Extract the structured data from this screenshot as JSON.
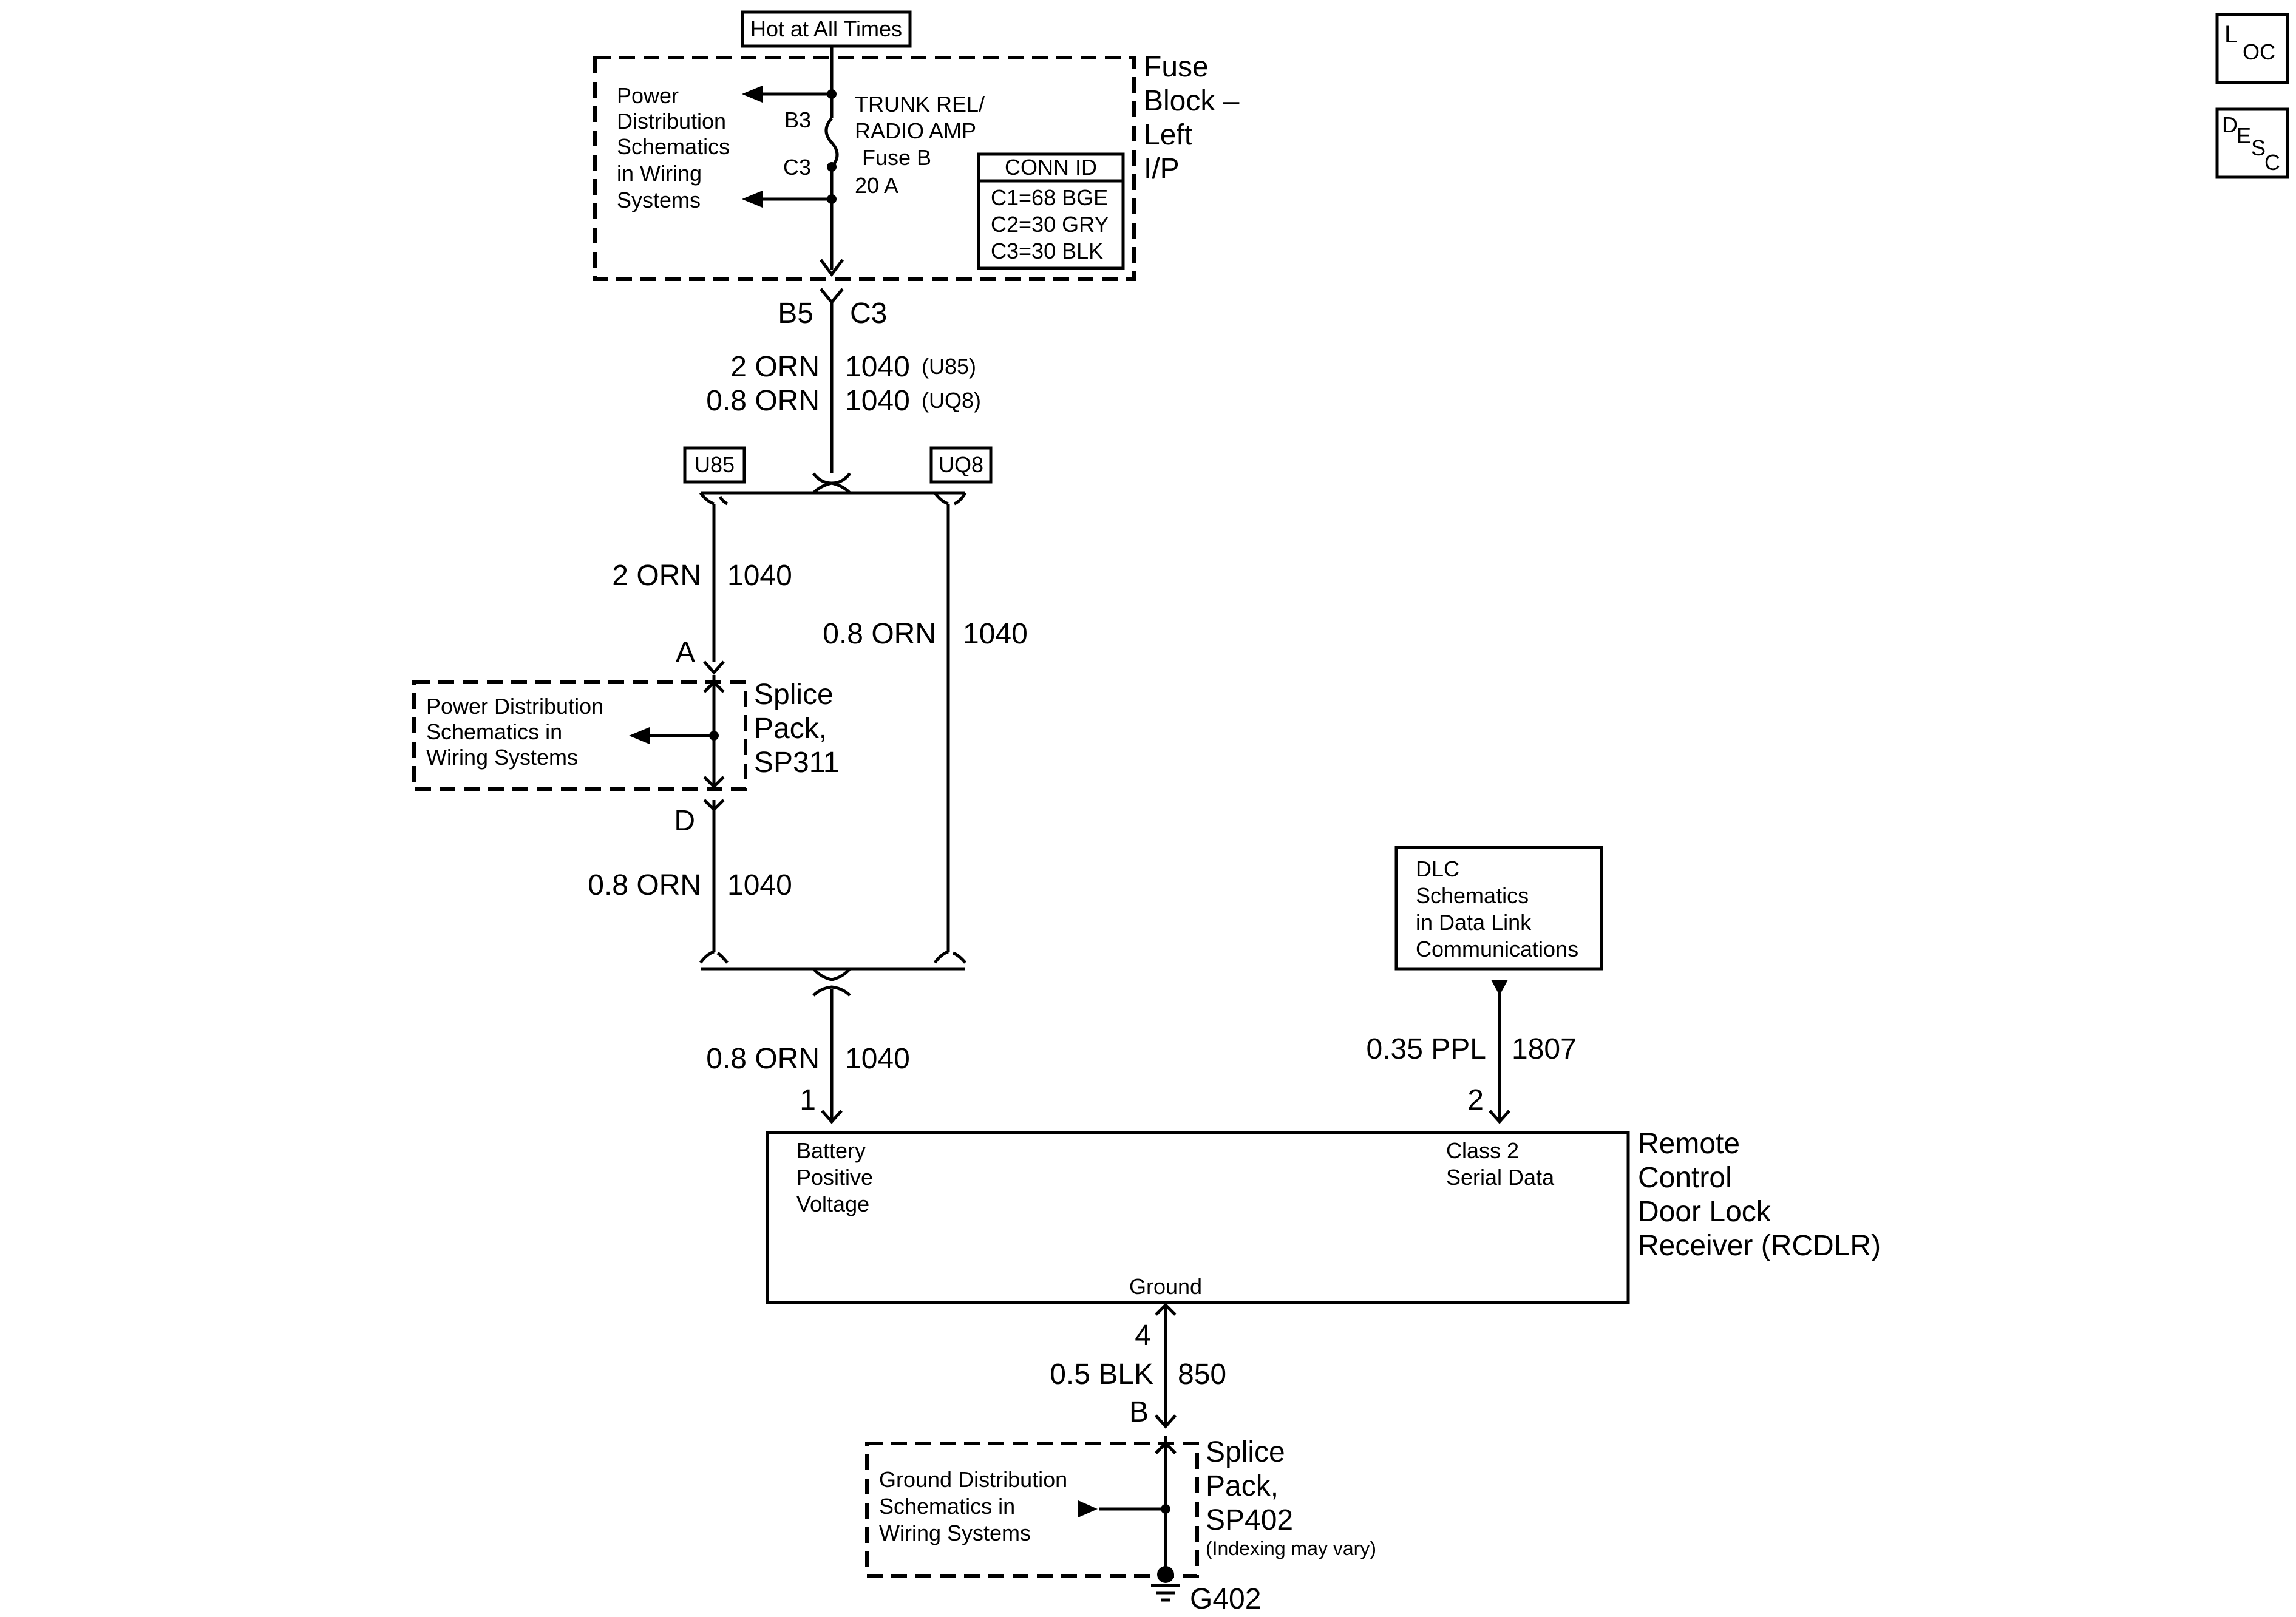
{
  "hot_label": "Hot at All Times",
  "fuse_block": {
    "title": [
      "Fuse",
      "Block –",
      "Left",
      "I/P"
    ],
    "power_dist_note": [
      "Power",
      "Distribution",
      "Schematics",
      "in Wiring",
      "Systems"
    ],
    "pin_b3": "B3",
    "pin_c3": "C3",
    "fuse_name": [
      "TRUNK REL/",
      "RADIO AMP"
    ],
    "fuse_id": "Fuse B",
    "fuse_rating": "20 A",
    "conn_id_header": "CONN ID",
    "conn_ids": [
      "C1=68 BGE",
      "C2=30 GRY",
      "C3=30 BLK"
    ]
  },
  "connector_b5": "B5",
  "connector_c3": "C3",
  "wire_top_1": {
    "gauge": "2 ORN",
    "circuit": "1040",
    "option": "(U85)"
  },
  "wire_top_2": {
    "gauge": "0.8 ORN",
    "circuit": "1040",
    "option": "(UQ8)"
  },
  "option_u85": "U85",
  "option_uq8": "UQ8",
  "wire_left_upper": {
    "gauge": "2 ORN",
    "circuit": "1040"
  },
  "wire_right": {
    "gauge": "0.8 ORN",
    "circuit": "1040"
  },
  "splice_sp311": {
    "pin_a": "A",
    "pin_d": "D",
    "title": [
      "Splice",
      "Pack,",
      "SP311"
    ],
    "note": [
      "Power Distribution",
      "Schematics in",
      "Wiring Systems"
    ]
  },
  "wire_left_lower": {
    "gauge": "0.8 ORN",
    "circuit": "1040"
  },
  "wire_to_module": {
    "gauge": "0.8 ORN",
    "circuit": "1040"
  },
  "dlc_box": [
    "DLC",
    "Schematics",
    "in Data Link",
    "Communications"
  ],
  "wire_serial": {
    "gauge": "0.35 PPL",
    "circuit": "1807"
  },
  "module": {
    "pin_1": "1",
    "pin_2": "2",
    "pin_4": "4",
    "battery_label": [
      "Battery",
      "Positive",
      "Voltage"
    ],
    "serial_label": [
      "Class 2",
      "Serial Data"
    ],
    "ground_label": "Ground",
    "title": [
      "Remote",
      "Control",
      "Door Lock",
      "Receiver (RCDLR)"
    ]
  },
  "wire_ground": {
    "gauge": "0.5 BLK",
    "circuit": "850"
  },
  "splice_sp402": {
    "pin_b": "B",
    "title": [
      "Splice",
      "Pack,",
      "SP402"
    ],
    "indexing_note": "(Indexing may vary)",
    "note": [
      "Ground Distribution",
      "Schematics in",
      "Wiring Systems"
    ]
  },
  "ground_g402": "G402",
  "loc_icon": {
    "big": "L",
    "small": "OC"
  },
  "desc_icon": {
    "big": "D",
    "mid": "E",
    "s": "S",
    "c": "C"
  }
}
